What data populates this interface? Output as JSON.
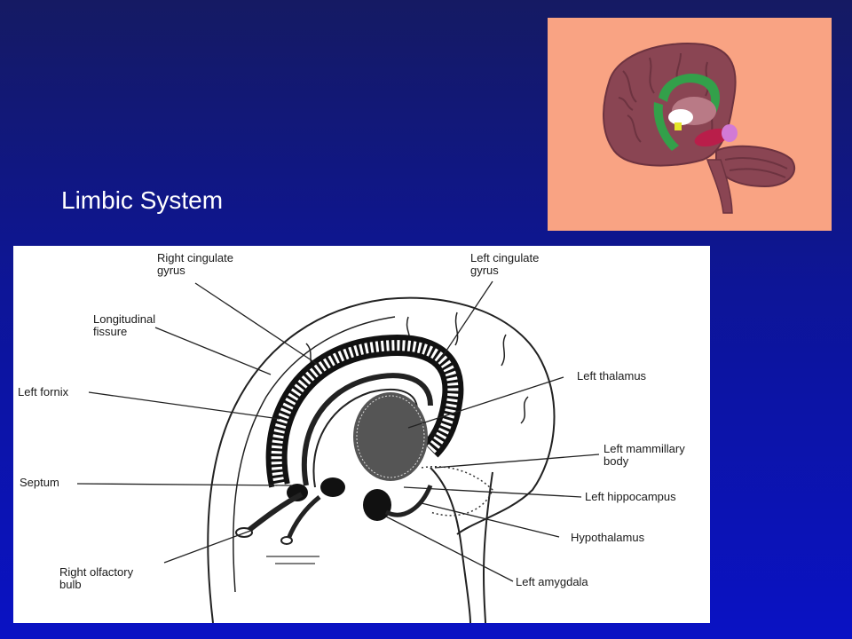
{
  "slide": {
    "title": "Limbic System"
  },
  "diagram": {
    "labels": {
      "right_cingulate_gyrus": "Right cingulate\ngyrus",
      "left_cingulate_gyrus": "Left cingulate\ngyrus",
      "longitudinal_fissure": "Longitudinal\nfissure",
      "left_thalamus": "Left thalamus",
      "left_fornix": "Left fornix",
      "left_mammillary_body": "Left mammillary\nbody",
      "septum": "Septum",
      "left_hippocampus": "Left hippocampus",
      "hypothalamus": "Hypothalamus",
      "right_olfactory_bulb": "Right olfactory\nbulb",
      "left_amygdala": "Left amygdala"
    }
  },
  "colors": {
    "background_top": "#151a63",
    "background_bottom": "#0a12c4",
    "photo_background": "#f9a383",
    "brain_tissue": "#8a4553",
    "cingulate_highlight": "#33a04a"
  }
}
